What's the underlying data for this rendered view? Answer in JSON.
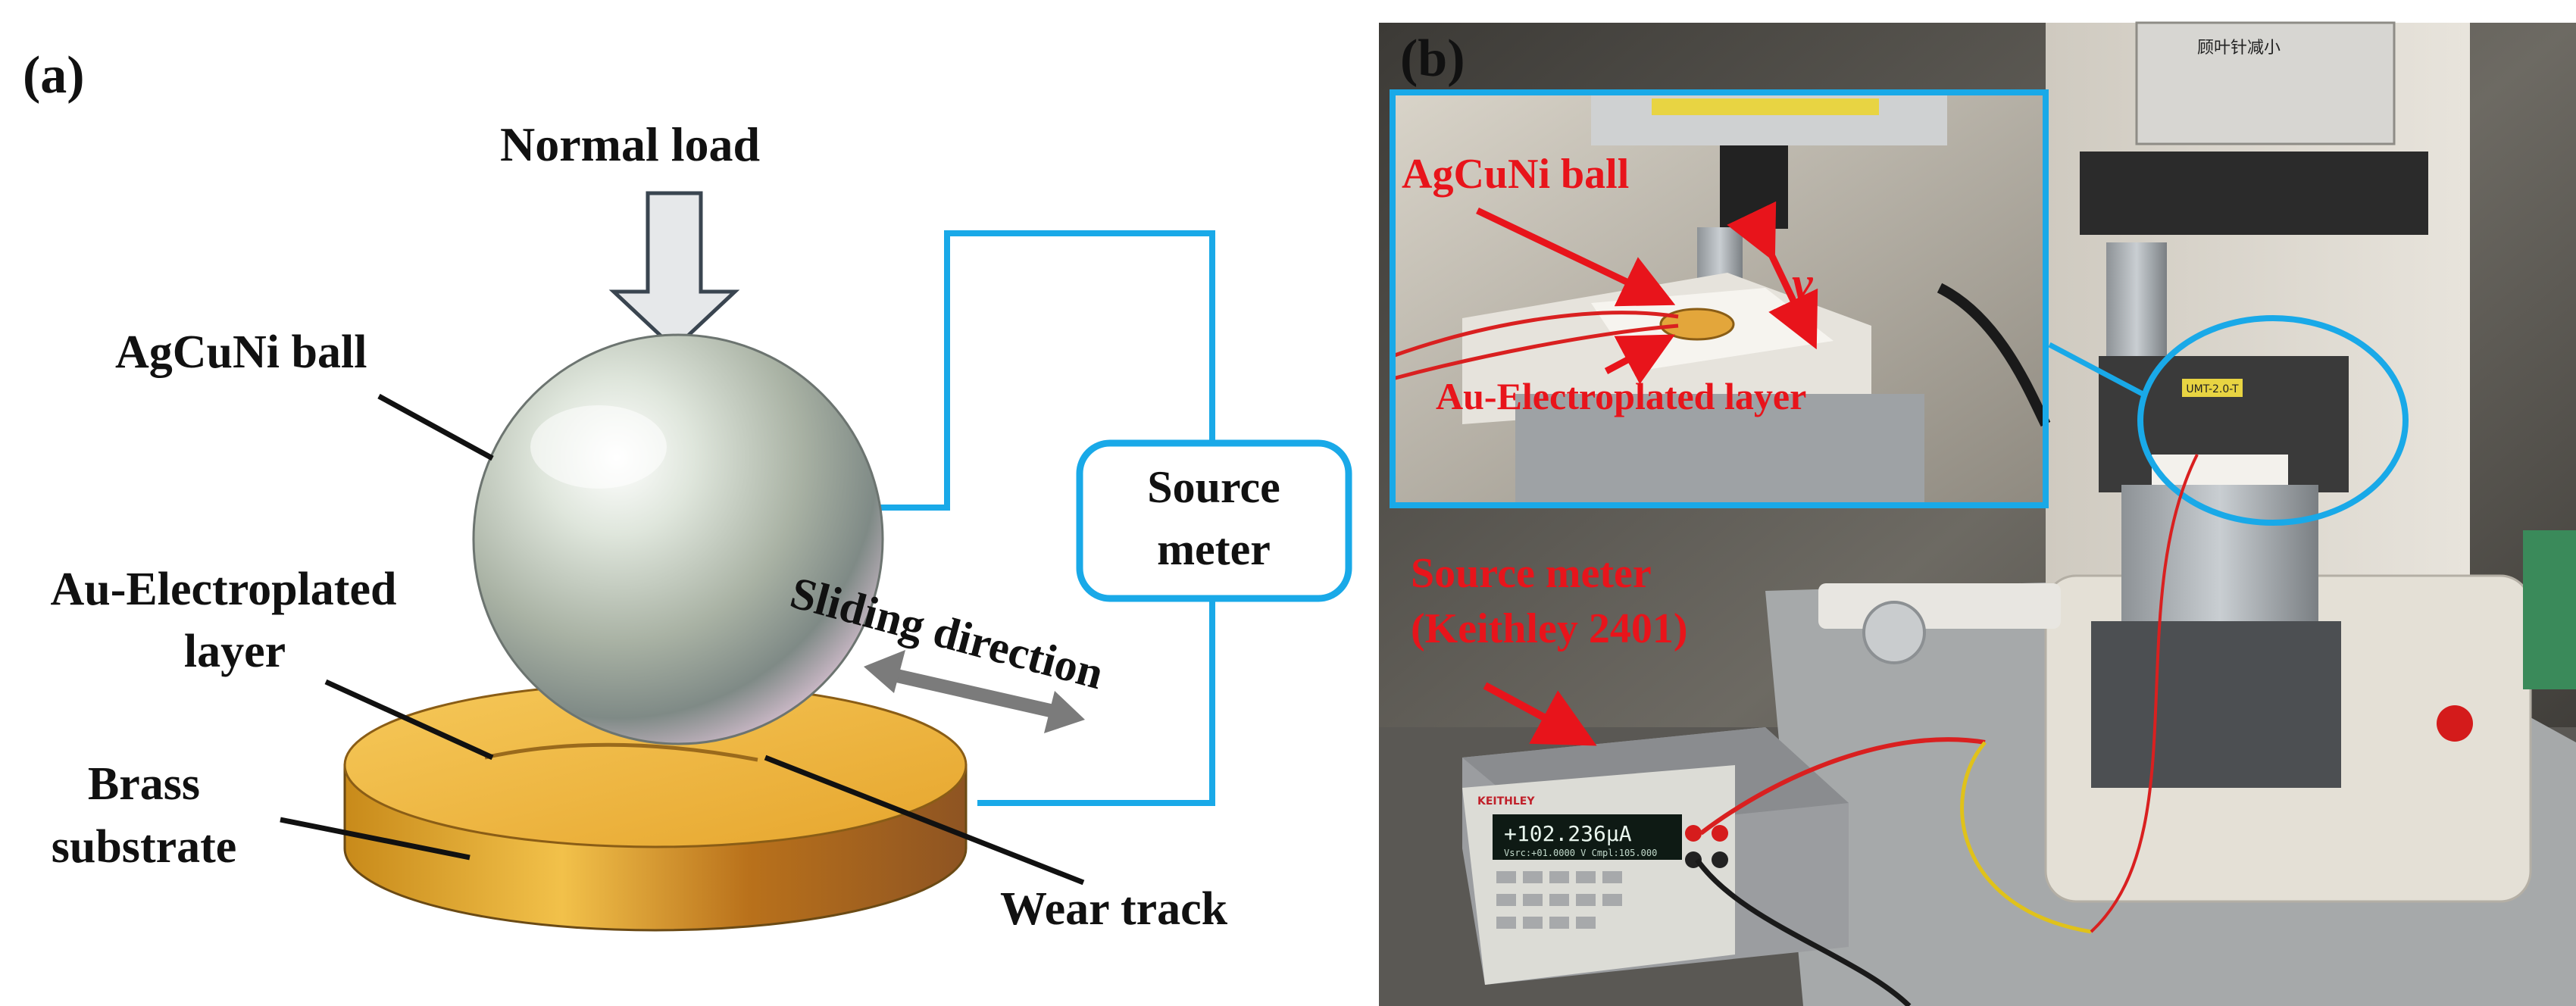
{
  "panel_a": {
    "panel_label": "(a)",
    "normal_load": "Normal load",
    "ball_label": "AgCuNi ball",
    "layer_label_line1": "Au-Electroplated",
    "layer_label_line2": "layer",
    "substrate_line1": "Brass",
    "substrate_line2": "substrate",
    "source_meter_line1": "Source",
    "source_meter_line2": "meter",
    "sliding_direction": "Sliding direction",
    "wear_track": "Wear track"
  },
  "panel_b": {
    "panel_label": "(b)",
    "ball_label": "AgCuNi ball",
    "velocity_symbol": "v",
    "layer_label": "Au-Electroplated layer",
    "source_meter_line1": "Source meter",
    "source_meter_line2": "(Keithley 2401)",
    "display_current": "+102.236µA",
    "display_sub": "Vsrc:+01.0000 V   Cmpl:105.000",
    "instrument_brand": "KEITHLEY",
    "machine_tag": "UMT-2.0-T",
    "top_sign": "顾叶针减小"
  },
  "colors": {
    "wire": "#19a9e8",
    "annotation_red": "#e8141b",
    "gold_top": "#f0b93a",
    "gold_side": "#c98a1e"
  }
}
